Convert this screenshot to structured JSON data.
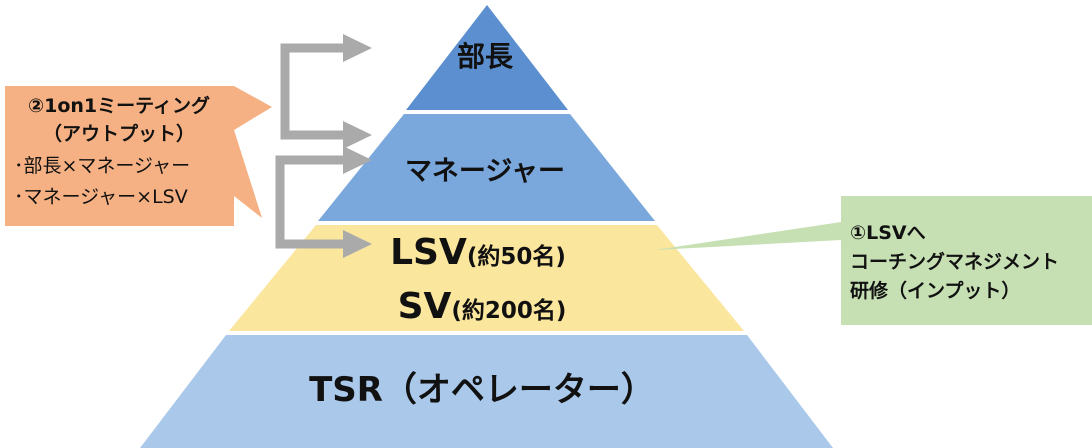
{
  "pyramid": {
    "levels": [
      {
        "label": "部長",
        "color": "#5b8fcf"
      },
      {
        "label": "マネージャー",
        "color": "#7aa8dd"
      },
      {
        "label": "LSV",
        "sub": "(約50名)",
        "color": "#fbe69e"
      },
      {
        "label": "SV",
        "sub": "(約200名)",
        "color": "#fbe69e"
      },
      {
        "label": "TSR（オペレーター）",
        "color": "#a9c8ea"
      }
    ]
  },
  "callout_left": {
    "title_line1": "②1on1ミーティング",
    "title_line2": "（アウトプット）",
    "item1": "･部長×マネージャー",
    "item2": "･マネージャー×LSV",
    "color": "#f5b183"
  },
  "callout_right": {
    "line1": "①LSVへ",
    "line2": "コーチングマネジメント",
    "line3": "研修（インプット）",
    "color": "#c6e0b4"
  },
  "arrows": {
    "color": "#aaaaaa"
  }
}
